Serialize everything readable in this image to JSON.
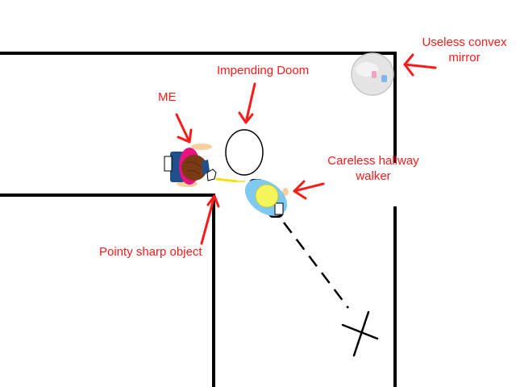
{
  "labels": {
    "convex_mirror": [
      "Useless convex",
      "mirror"
    ],
    "impending_doom": "Impending Doom",
    "me": "ME",
    "careless_walker": [
      "Careless hallway",
      "walker"
    ],
    "pointy_object": "Pointy sharp object"
  },
  "colors": {
    "annotation": "#ff1a1a",
    "wall": "#000000",
    "me_shirt": "#e8117f",
    "me_hair": "#7a3a14",
    "me_backpack": "#1f4f8c",
    "skin": "#f9cfa0",
    "walker_shirt": "#7fc8f0",
    "walker_hair": "#f5f55a",
    "mirror": "#e4e4e4",
    "object": "#f2e010"
  },
  "icons": [
    "convex-mirror-icon",
    "person-topdown-icon",
    "x-mark-icon",
    "pen-icon"
  ]
}
